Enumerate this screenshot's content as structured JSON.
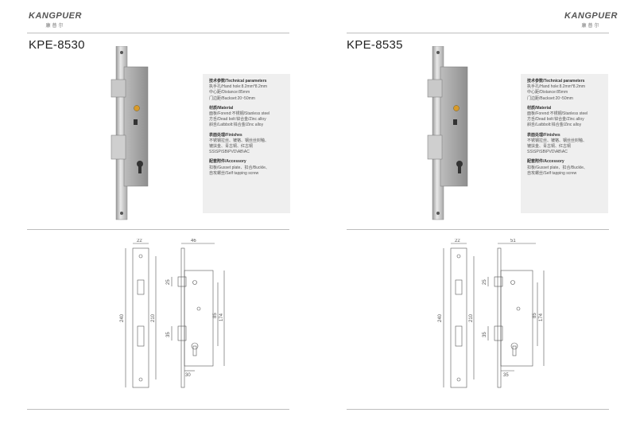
{
  "pages": [
    {
      "brand": "KANGPUER",
      "brand_sub": "康普尔",
      "model": "KPE-8530",
      "spec": {
        "tech_title": "技术参数/Technical parameters",
        "tech_lines": [
          "执手孔/Hand hole:8.2mm*8.2mm",
          "中心距/Distance:85mm",
          "门边距/Backset:20~50mm"
        ],
        "material_title": "材质/Material",
        "material_lines": [
          "面板/Forend:不锈钢/Stanless steel",
          "方舌/Dead bolt:锌合金/Zinc alloy",
          "斜舌/Latbbolt:锌合金/Zinc alloy"
        ],
        "finish_title": "表面处理/Finishes",
        "finish_lines": [
          "不锈钢拉丝、镀铬、钢丝丝封釉、",
          "镀扶金、青古铜、红古铜",
          "SS\\SP\\SB\\PVD\\AB\\AC"
        ],
        "accessory_title": "配套附件/Accessory",
        "accessory_lines": [
          "扣板/Gusset plate、扣合/Buckle、",
          "自攻螺丝/Self tapping screw"
        ]
      },
      "dims": {
        "width_a": "22",
        "width_b": "46",
        "h240": "240",
        "h210": "210",
        "h25": "25",
        "h35": "35",
        "h85": "85",
        "h174": "174",
        "w30": "30"
      }
    },
    {
      "brand": "KANGPUER",
      "brand_sub": "康普尔",
      "model": "KPE-8535",
      "spec": {
        "tech_title": "技术参数/Technical parameters",
        "tech_lines": [
          "执手孔/Hand hole:8.2mm*8.2mm",
          "中心距/Distance:85mm",
          "门边距/Backset:20~50mm"
        ],
        "material_title": "材质/Material",
        "material_lines": [
          "面板/Forend:不锈钢/Stanless steel",
          "方舌/Dead bolt:锌合金/Zinc alloy",
          "斜舌/Latbbolt:锌合金/Zinc alloy"
        ],
        "finish_title": "表面处理/Finishes",
        "finish_lines": [
          "不锈钢拉丝、镀铬、钢丝丝封釉、",
          "镀扶金、青古铜、红古铜",
          "SS\\SP\\SB\\PVD\\AB\\AC"
        ],
        "accessory_title": "配套附件/Accessory",
        "accessory_lines": [
          "扣板/Gusset plate、扣合/Buckle、",
          "自攻螺丝/Self tapping screw"
        ]
      },
      "dims": {
        "width_a": "22",
        "width_b": "51",
        "h240": "240",
        "h210": "210",
        "h25": "25",
        "h35": "35",
        "h85": "85",
        "h174": "174",
        "w30": "35"
      }
    }
  ]
}
